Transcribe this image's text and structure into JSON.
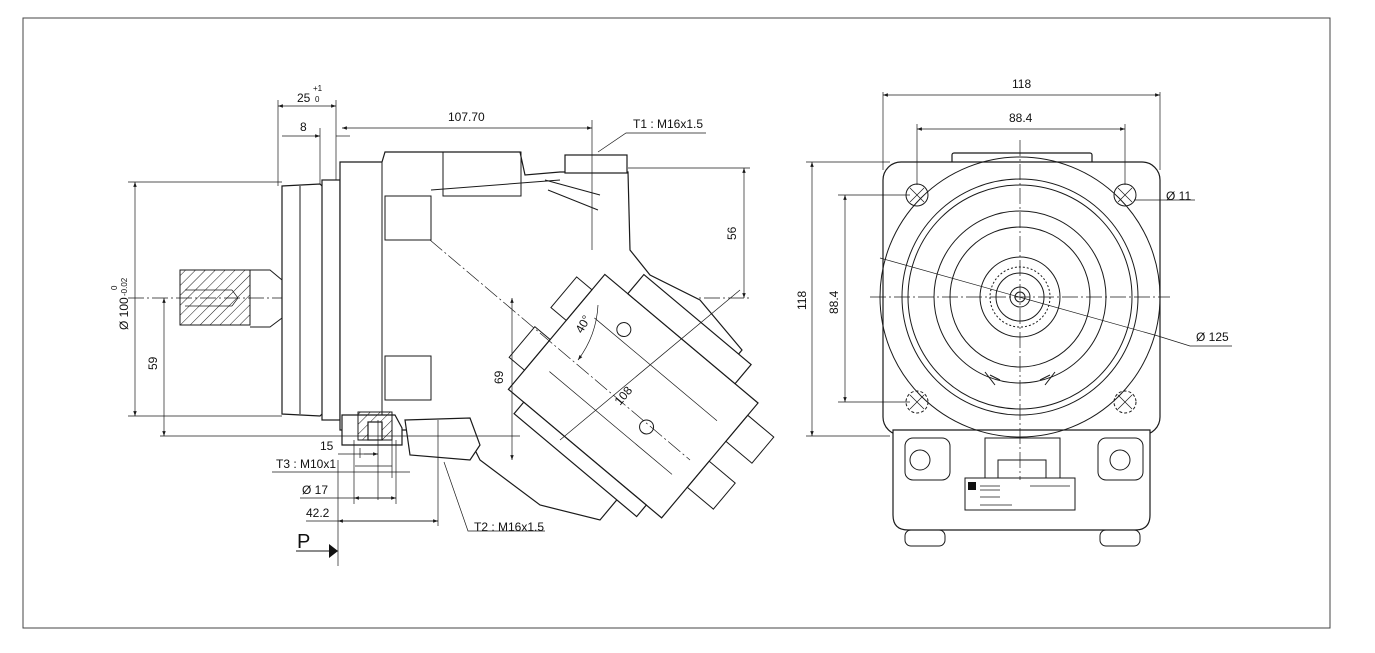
{
  "side_view": {
    "dim_25": "25",
    "dim_25_tol_upper": "+1",
    "dim_25_tol_lower": "0",
    "dim_8": "8",
    "dim_107_70": "107.70",
    "label_t1": "T1 : M16x1.5",
    "dim_56": "56",
    "dim_100": "Ø 100",
    "dim_100_tol_upper": "0",
    "dim_100_tol_lower": "-0.02",
    "dim_59": "59",
    "dim_40deg": "40°",
    "dim_69": "69",
    "dim_108": "108",
    "dim_15": "15",
    "label_t3": "T3 : M10x1",
    "dim_17": "Ø 17",
    "dim_42_2": "42.2",
    "label_t2": "T2 : M16x1.5",
    "port_p": "P"
  },
  "front_view": {
    "dim_118_top": "118",
    "dim_88_4_top": "88.4",
    "dim_11": "Ø 11",
    "dim_118_left": "118",
    "dim_88_4_left": "88.4",
    "dim_125": "Ø 125"
  }
}
